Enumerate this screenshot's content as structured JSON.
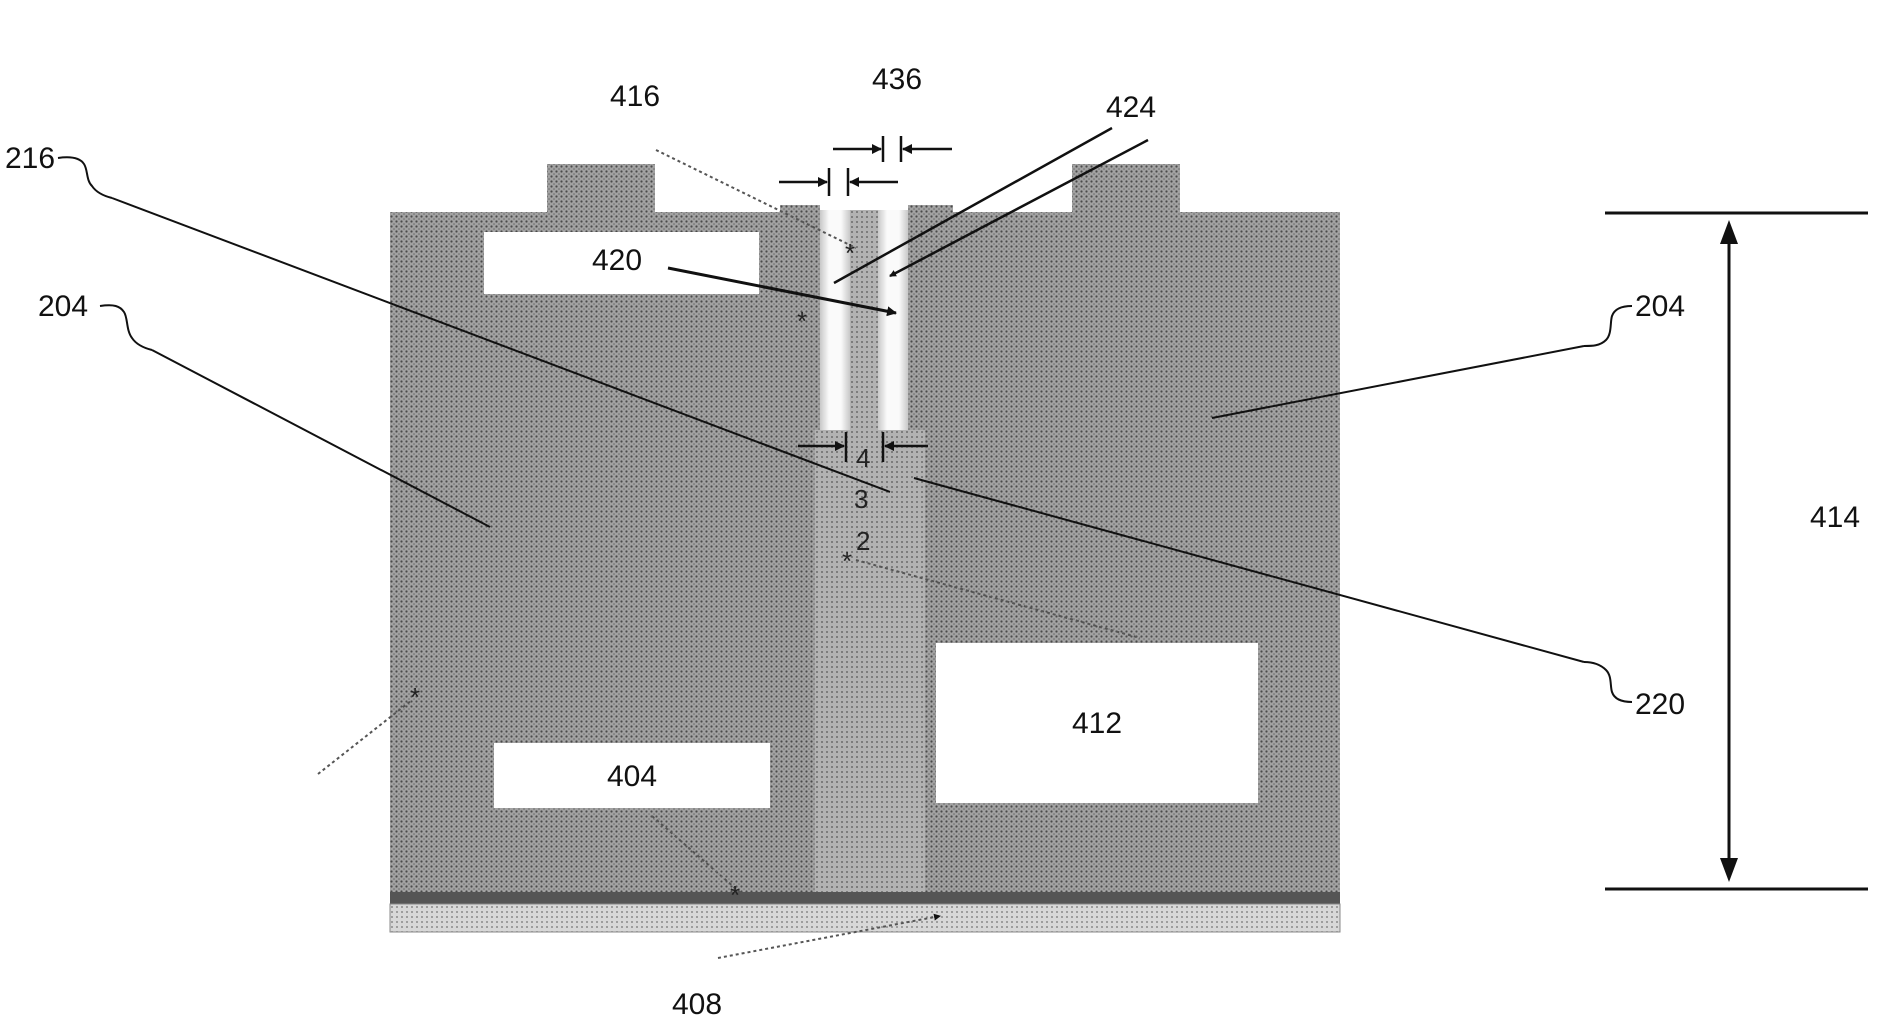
{
  "colors": {
    "background": "#ffffff",
    "substrate_fill": "#9a9a9a",
    "substrate_dot": "#4a4a4a",
    "base_layer_fill": "#d2d2d2",
    "base_layer_dot": "#7a7a7a",
    "bottom_band": "#555555",
    "channel_fill": "#aaaaaa",
    "slot_fill": "#f4f4f4",
    "line": "#111111"
  },
  "labels": {
    "l416": "416",
    "l436": "436",
    "l424": "424",
    "l216": "216",
    "l420": "420",
    "l204_left": "204",
    "l204_right": "204",
    "l414": "414",
    "l220": "220",
    "l408": "408",
    "m4": "4",
    "m3": "3",
    "m2": "2"
  },
  "boxes": {
    "b404": "404",
    "b412": "412"
  },
  "icons": {
    "dimension_arrow": "double-headed-arrow",
    "leader": "squiggle-leader-line"
  }
}
